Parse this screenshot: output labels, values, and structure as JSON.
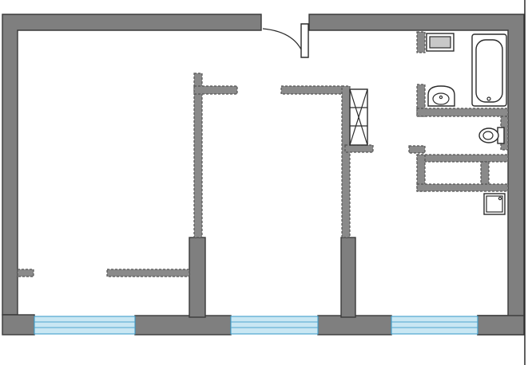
{
  "plan": {
    "description_visible_text": "",
    "rooms": 2,
    "bathroom_fixtures": [
      "bathtub",
      "washbasin",
      "toilet",
      "shower-tray",
      "sink-cabinet"
    ],
    "windows": 3,
    "doors": 1
  },
  "colors": {
    "wall": "#7f7f7f",
    "wall_outline": "#3a3a3a",
    "window": "#c9e7f3",
    "window_frame": "#4fa6cf",
    "background": "#ffffff"
  }
}
